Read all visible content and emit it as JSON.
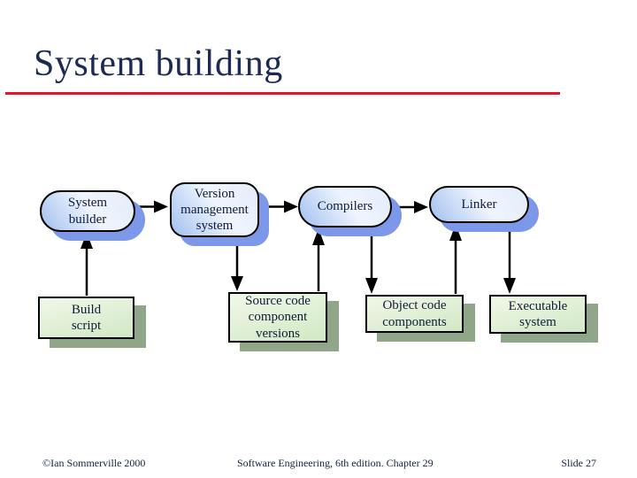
{
  "slide": {
    "title": "System building",
    "colors": {
      "accent_rule": "#e2162b",
      "title_text": "#1e2a56",
      "node_text": "#101d3a",
      "blue_node_shadow": "#7d98e9",
      "green_node_fill": "#ddeccf",
      "green_node_shadow": "#8fa689",
      "connector": "#000000"
    }
  },
  "diagram": {
    "process_nodes": {
      "system_builder": "System\nbuilder",
      "version_management": "Version\nmanagement\nsystem",
      "compilers": "Compilers",
      "linker": "Linker"
    },
    "artifact_nodes": {
      "build_script": "Build\nscript",
      "source_code": "Source code\ncomponent\nversions",
      "object_code": "Object code\ncomponents",
      "executable": "Executable\nsystem"
    }
  },
  "footer": {
    "copyright": "©Ian Sommerville 2000",
    "center": "Software Engineering, 6th edition. Chapter 29",
    "slide_number": "Slide 27"
  }
}
